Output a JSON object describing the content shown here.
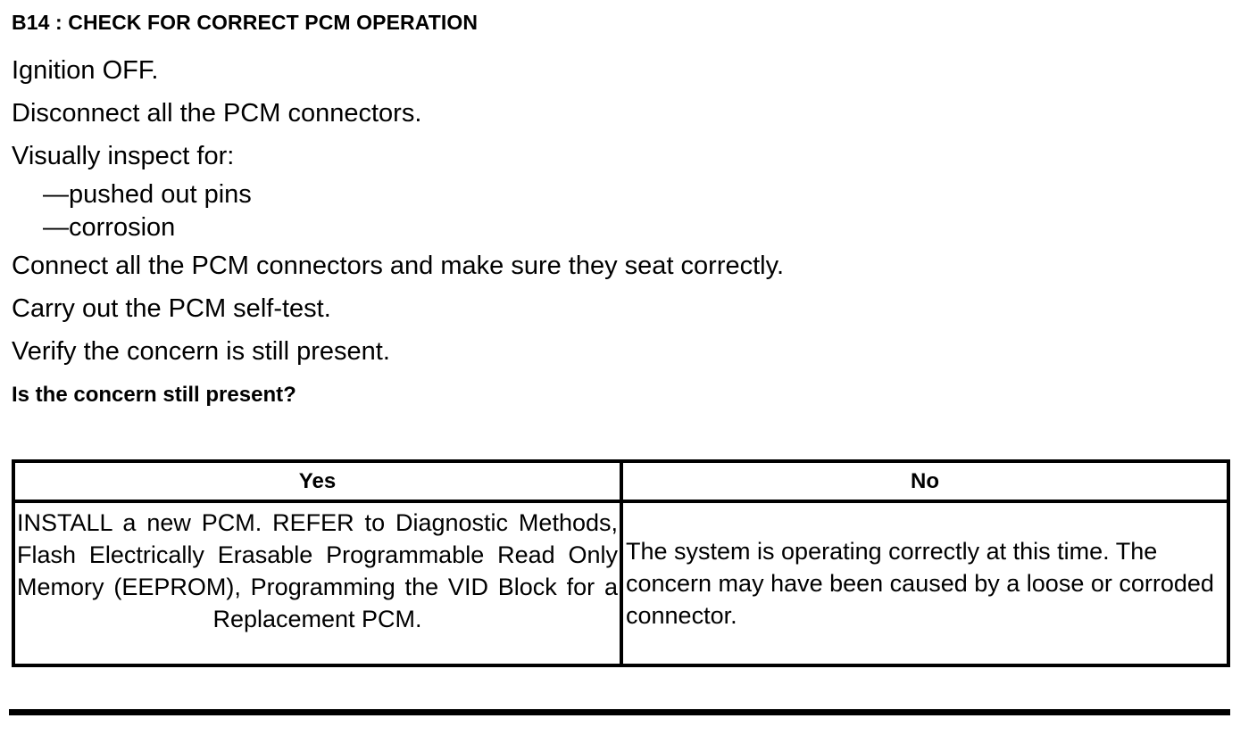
{
  "heading": "B14 : CHECK FOR CORRECT PCM OPERATION",
  "instructions": [
    "Ignition OFF.",
    "Disconnect all the PCM connectors.",
    "Visually inspect for:"
  ],
  "bullets": [
    "—pushed out pins",
    "—corrosion"
  ],
  "instructions_after": [
    "Connect all the PCM connectors and make sure they seat correctly.",
    "Carry out the PCM self-test.",
    "Verify the concern is still present."
  ],
  "question": "Is the concern still present?",
  "table": {
    "headers": {
      "yes": "Yes",
      "no": "No"
    },
    "cells": {
      "yes": "INSTALL a new PCM. REFER to Diagnostic Methods, Flash Electrically Erasable Programmable Read Only Memory (EEPROM), Programming the VID Block for a Replacement PCM.",
      "no": "The system is operating correctly at this time. The concern may have been caused by a loose or corroded connector."
    }
  },
  "colors": {
    "ink": "#000000",
    "paper": "#ffffff"
  }
}
